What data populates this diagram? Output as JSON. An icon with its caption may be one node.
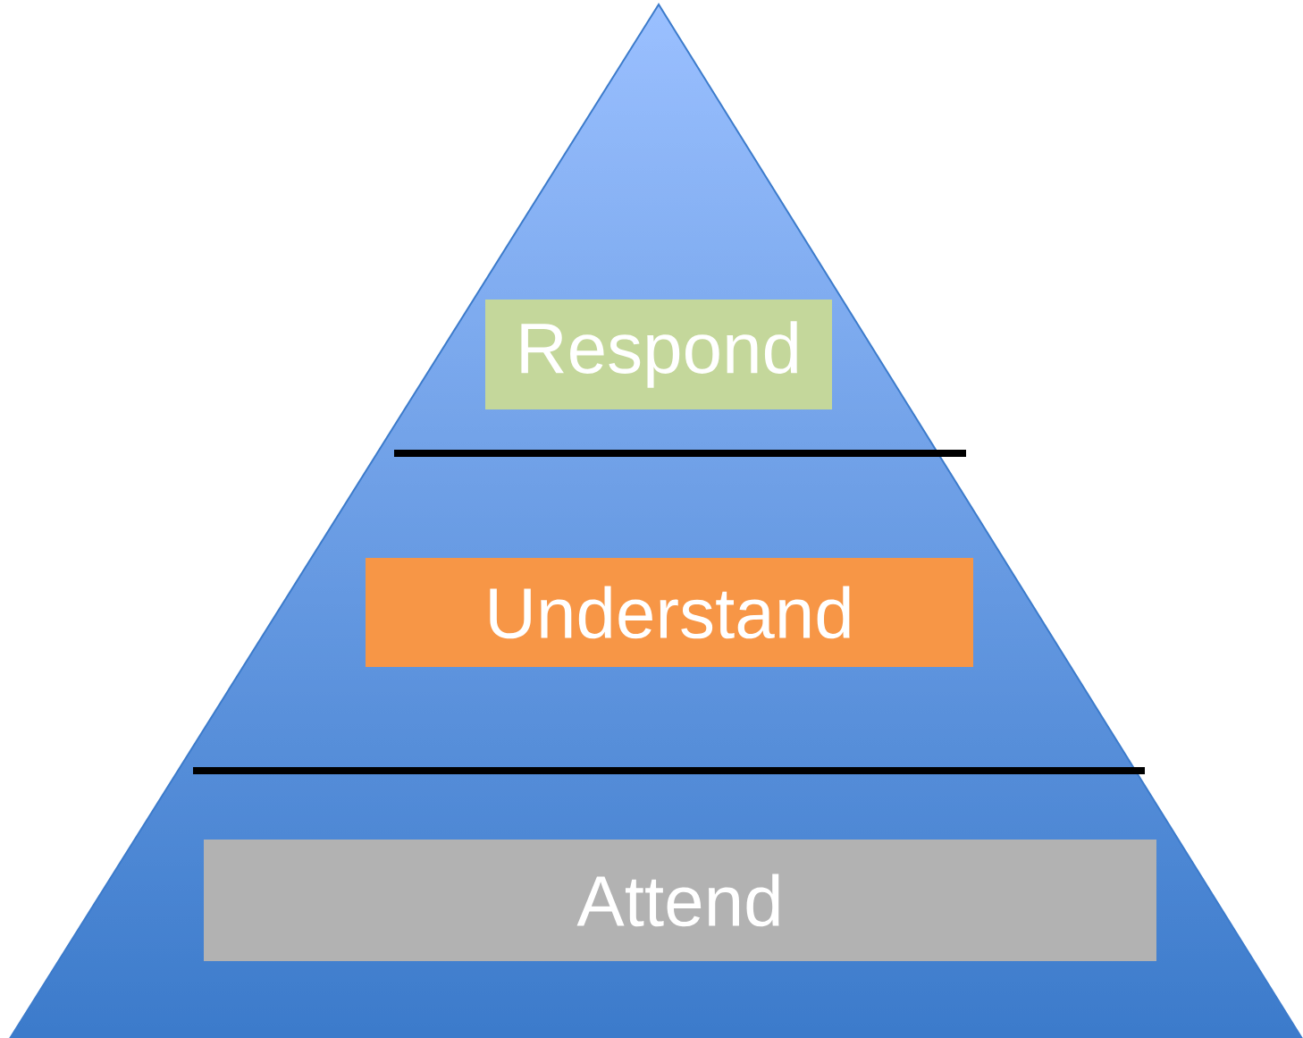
{
  "diagram": {
    "nodes": [
      {
        "text": [],
        "shape": "triangle"
      },
      {
        "text": [
          "Respond"
        ],
        "in": 0
      },
      {
        "text": [
          "Understand"
        ],
        "in": 0
      },
      {
        "text": [
          "Attend"
        ],
        "in": 0
      }
    ]
  }
}
